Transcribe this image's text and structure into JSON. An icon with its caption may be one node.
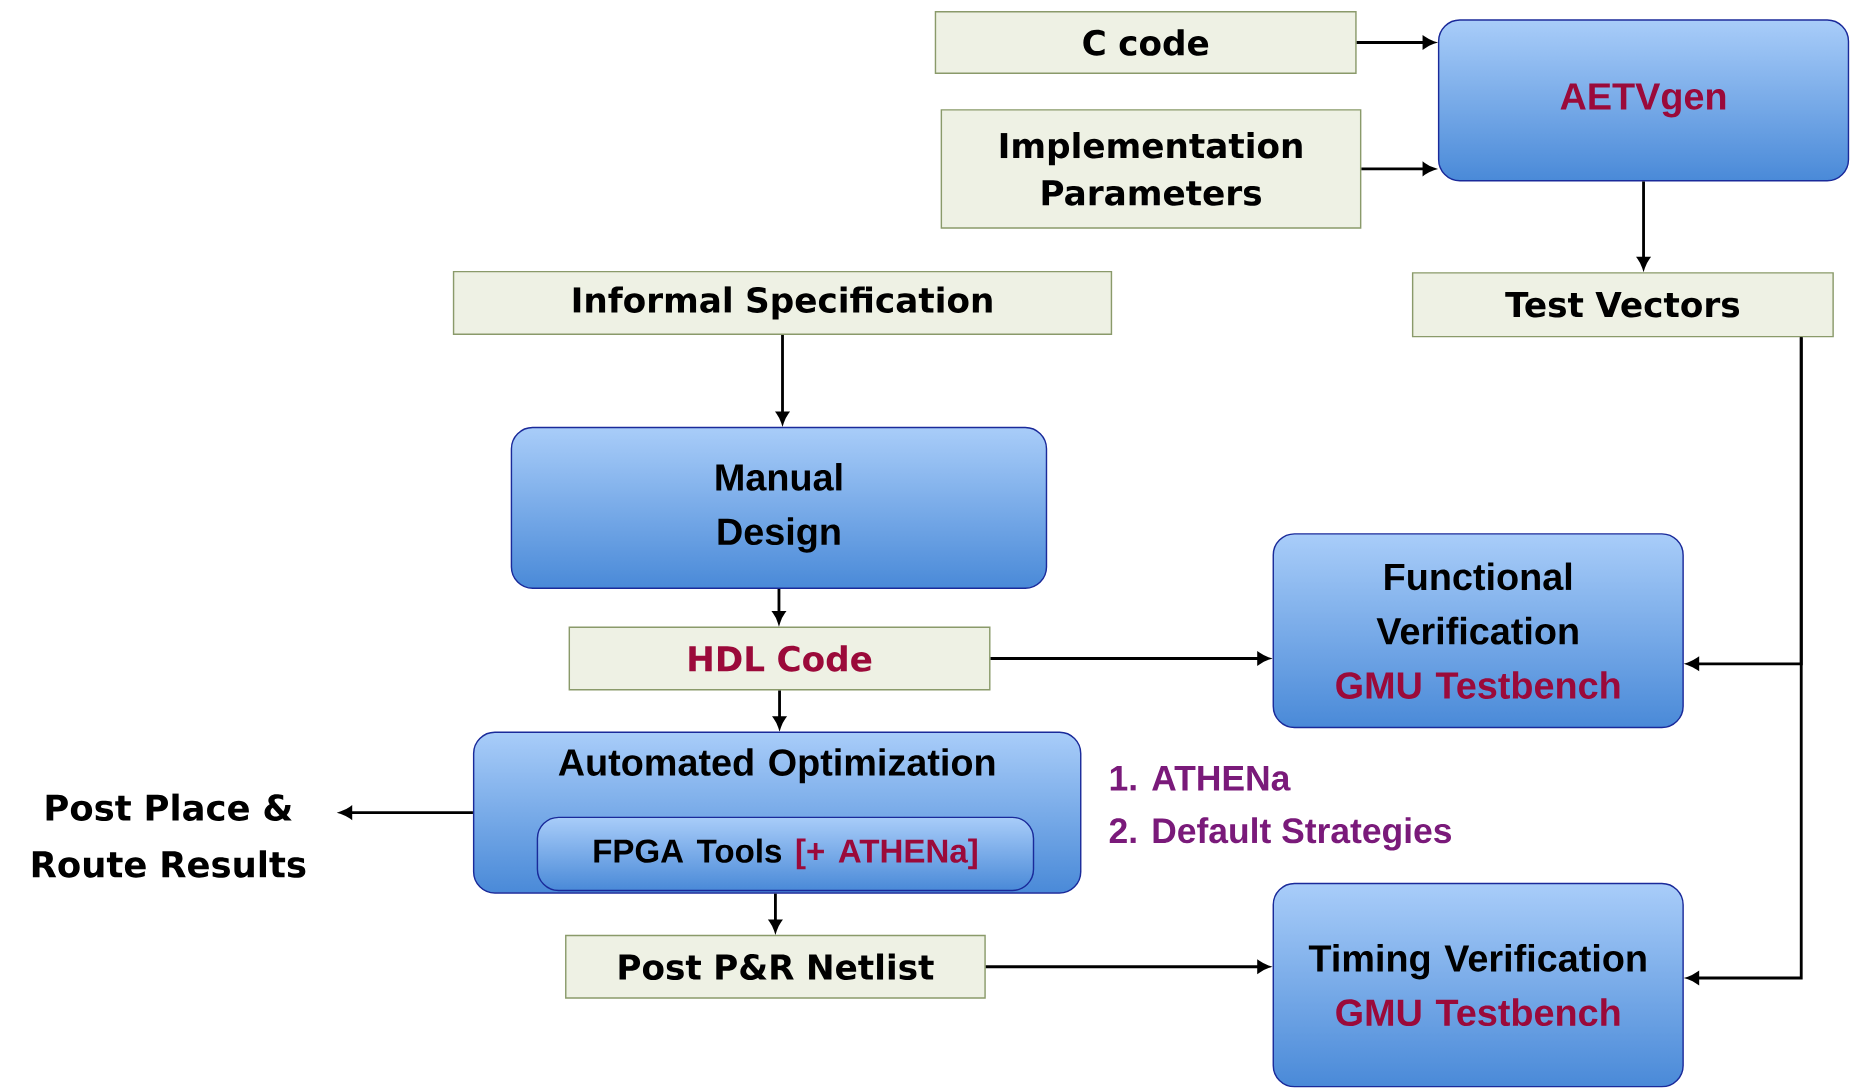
{
  "diagram": {
    "nodes": [
      {
        "text": [
          "C code"
        ]
      },
      {
        "text": [
          "Implementation Parameters"
        ]
      },
      {
        "text": [
          "AETVgen"
        ]
      },
      {
        "text": [
          "Informal Specification"
        ]
      },
      {
        "text": [
          "Test Vectors"
        ]
      },
      {
        "text": [
          "Manual Design"
        ]
      },
      {
        "text": [
          "HDL Code"
        ]
      },
      {
        "text": [
          "Functional Verification",
          "GMU Testbench"
        ]
      },
      {
        "text": [
          "Automated Optimization"
        ]
      },
      {
        "text": [
          "FPGA Tools",
          "[+ ATHENa]"
        ],
        "in": 8
      },
      {
        "text": [
          "Post Place & Route Results"
        ]
      },
      {
        "text": [
          "Post P&R Netlist"
        ]
      },
      {
        "text": [
          "Timing Verification",
          "GMU Testbench"
        ]
      }
    ],
    "edges": [
      {
        "from": 0,
        "to": 2,
        "arrow": "to"
      },
      {
        "from": 1,
        "to": 2,
        "arrow": "to"
      },
      {
        "from": 2,
        "to": 4,
        "arrow": "to"
      },
      {
        "from": 3,
        "to": 5,
        "arrow": "to"
      },
      {
        "from": 5,
        "to": 6,
        "arrow": "to"
      },
      {
        "from": 6,
        "to": 7,
        "arrow": "to"
      },
      {
        "from": 6,
        "to": 8,
        "arrow": "to"
      },
      {
        "from": 8,
        "to": 10,
        "arrow": "to"
      },
      {
        "from": 8,
        "to": 11,
        "arrow": "to"
      },
      {
        "from": 11,
        "to": 12,
        "arrow": "to"
      },
      {
        "from": 4,
        "to": 7,
        "arrow": "to"
      },
      {
        "from": 4,
        "to": 12,
        "arrow": "to"
      }
    ],
    "labels": [
      "1. ATHENa",
      "2. Default Strategies"
    ]
  }
}
